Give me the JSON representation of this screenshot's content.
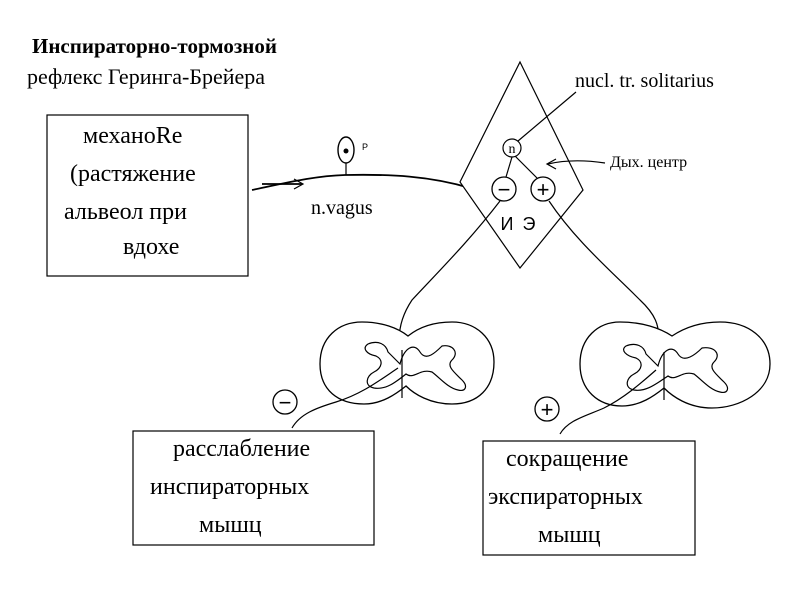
{
  "title": {
    "line1": "Инспираторно-тормозной",
    "line2": "рефлекс Геринга-Брейера"
  },
  "receptor_box": {
    "line1": "механоRe",
    "line2": "(растяжение",
    "line3": "альвеол при",
    "line4": "вдохе"
  },
  "nerve": {
    "label": "n.vagus",
    "receptor_mark": "P"
  },
  "center": {
    "nucleus_label": "nucl. tr. solitarius",
    "nucleus_mark": "n",
    "resp_center_label": "Дых. центр",
    "minus_sign": "−",
    "plus_sign": "+",
    "ie_label": "И Э"
  },
  "left_output": {
    "sign": "−",
    "line1": "расслабление",
    "line2": "инспираторных",
    "line3": "мышц"
  },
  "right_output": {
    "sign": "+",
    "line1": "сокращение",
    "line2": "экспираторных",
    "line3": "мышц"
  }
}
